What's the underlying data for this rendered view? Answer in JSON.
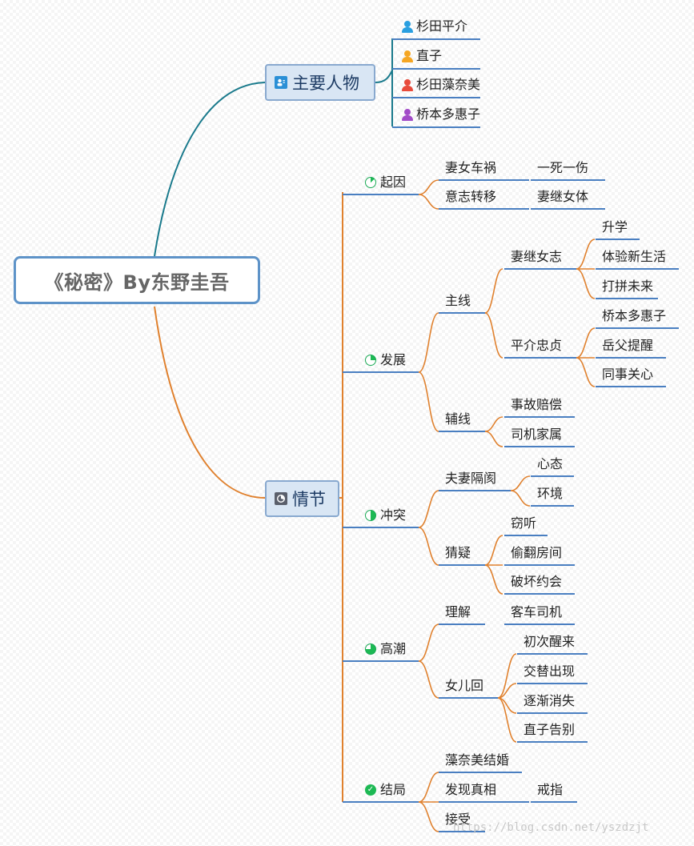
{
  "root": {
    "label": "《秘密》By东野圭吾"
  },
  "characters": {
    "label": "主要人物",
    "items": [
      {
        "label": "杉田平介",
        "color": "#2a9fe0"
      },
      {
        "label": "直子",
        "color": "#f5a623"
      },
      {
        "label": "杉田藻奈美",
        "color": "#e84b3c"
      },
      {
        "label": "桥本多惠子",
        "color": "#a24cc8"
      }
    ]
  },
  "plot": {
    "label": "情节",
    "sections": [
      {
        "label": "起因",
        "progress": 0.125,
        "children": [
          {
            "label": "妻女车祸",
            "children": [
              {
                "label": "一死一伤"
              }
            ]
          },
          {
            "label": "意志转移",
            "children": [
              {
                "label": "妻继女体"
              }
            ]
          }
        ]
      },
      {
        "label": "发展",
        "progress": 0.25,
        "children": [
          {
            "label": "主线",
            "children": [
              {
                "label": "妻继女志",
                "children": [
                  {
                    "label": "升学"
                  },
                  {
                    "label": "体验新生活"
                  },
                  {
                    "label": "打拼未来"
                  }
                ]
              },
              {
                "label": "平介忠贞",
                "children": [
                  {
                    "label": "桥本多惠子"
                  },
                  {
                    "label": "岳父提醒"
                  },
                  {
                    "label": "同事关心"
                  }
                ]
              }
            ]
          },
          {
            "label": "辅线",
            "children": [
              {
                "label": "事故赔偿"
              },
              {
                "label": "司机家属"
              }
            ]
          }
        ]
      },
      {
        "label": "冲突",
        "progress": 0.5,
        "children": [
          {
            "label": "夫妻隔阂",
            "children": [
              {
                "label": "心态"
              },
              {
                "label": "环境"
              }
            ]
          },
          {
            "label": "猜疑",
            "children": [
              {
                "label": "窃听"
              },
              {
                "label": "偷翻房间"
              },
              {
                "label": "破坏约会"
              }
            ]
          }
        ]
      },
      {
        "label": "高潮",
        "progress": 0.75,
        "children": [
          {
            "label": "理解",
            "children": [
              {
                "label": "客车司机"
              }
            ]
          },
          {
            "label": "女儿回",
            "children": [
              {
                "label": "初次醒来"
              },
              {
                "label": "交替出现"
              },
              {
                "label": "逐渐消失"
              },
              {
                "label": "直子告别"
              }
            ]
          }
        ]
      },
      {
        "label": "结局",
        "progress": 1.0,
        "children": [
          {
            "label": "藻奈美结婚"
          },
          {
            "label": "发现真相",
            "children": [
              {
                "label": "戒指"
              }
            ]
          },
          {
            "label": "接受"
          }
        ]
      }
    ]
  },
  "colors": {
    "characters_branch": "#1a7a8c",
    "plot_branch": "#e0812e",
    "underline": "#4a7fc1",
    "check_icon": "#1db954"
  },
  "watermark": "https://blog.csdn.net/yszdzjt"
}
